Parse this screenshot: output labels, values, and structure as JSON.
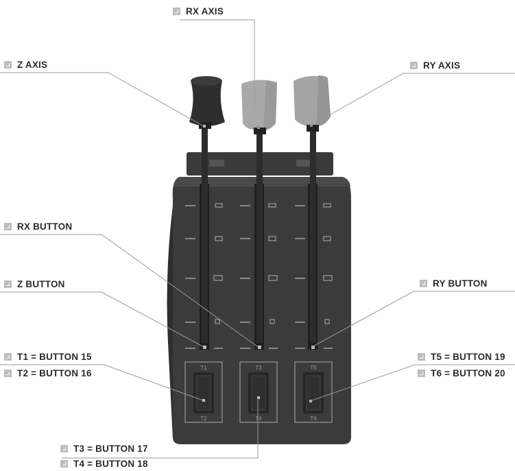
{
  "labels": {
    "rx_axis": "RX AXIS",
    "z_axis": "Z AXIS",
    "ry_axis": "RY AXIS",
    "rx_button": "RX BUTTON",
    "z_button": "Z BUTTON",
    "ry_button": "RY BUTTON",
    "t1": "T1 = BUTTON 15",
    "t2": "T2 = BUTTON 16",
    "t3": "T3 = BUTTON 17",
    "t4": "T4 = BUTTON 18",
    "t5": "T5 = BUTTON 19",
    "t6": "T6 = BUTTON 20"
  },
  "device": {
    "toggle_top_labels": [
      "T1",
      "T3",
      "T5"
    ],
    "toggle_bottom_labels": [
      "T2",
      "T4",
      "T6"
    ]
  },
  "colors": {
    "body": "#3b3b3b",
    "body_dark": "#2a2a2a",
    "lever_z": "#2e2e2e",
    "lever_rx": "#a9a9a9",
    "lever_ry": "#a4a4a4",
    "leader_line": "#9a9a9a"
  }
}
